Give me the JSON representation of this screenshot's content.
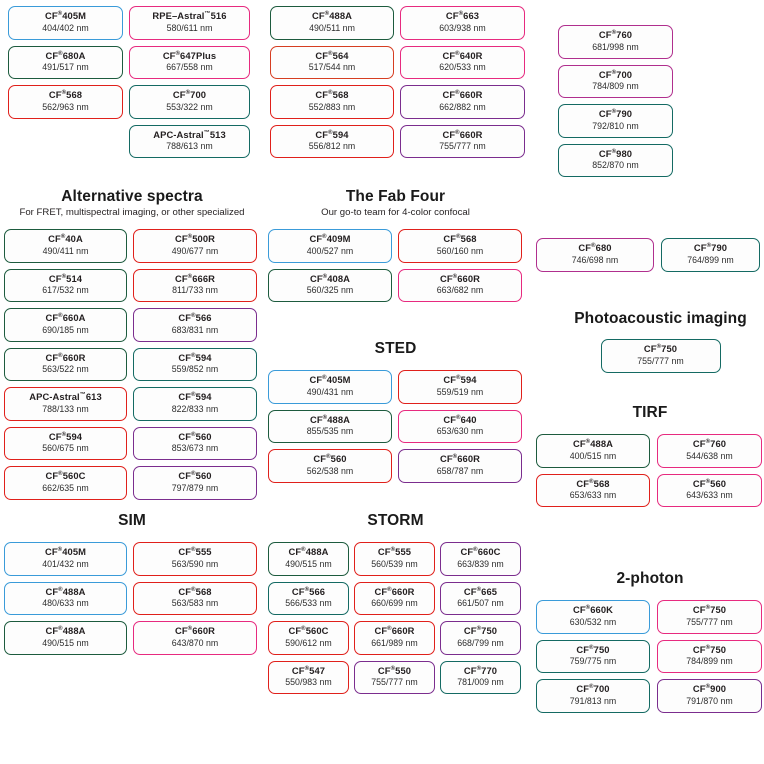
{
  "sections": {
    "top_left": {
      "columns": [
        [
          {
            "name": "CF",
            "sup": "®",
            "num": "405M",
            "wl": "404/402 nm",
            "color": "c-blue"
          },
          {
            "name": "CF",
            "sup": "®",
            "num": "680A",
            "wl": "491/517 nm",
            "color": "c-green"
          },
          {
            "name": "CF",
            "sup": "®",
            "num": "568",
            "wl": "562/963 nm",
            "color": "c-red"
          }
        ],
        [
          {
            "name": "RPE–Astral",
            "sup": "™",
            "num": "516",
            "wl": "580/611 nm",
            "color": "c-pink"
          },
          {
            "name": "CF",
            "sup": "®",
            "num": "647Plus",
            "wl": "667/558 nm",
            "color": "c-pink"
          },
          {
            "name": "CF",
            "sup": "®",
            "num": "700",
            "wl": "553/322 nm",
            "color": "c-teal"
          },
          {
            "name": "APC-Astral",
            "sup": "™",
            "num": "513",
            "wl": "788/613 nm",
            "color": "c-teal"
          }
        ]
      ]
    },
    "top_mid": {
      "columns": [
        [
          {
            "name": "CF",
            "sup": "®",
            "num": "488A",
            "wl": "490/511 nm",
            "color": "c-green"
          },
          {
            "name": "CF",
            "sup": "®",
            "num": "564",
            "wl": "517/544 nm",
            "color": "c-orange"
          },
          {
            "name": "CF",
            "sup": "®",
            "num": "568",
            "wl": "552/883 nm",
            "color": "c-red"
          },
          {
            "name": "CF",
            "sup": "®",
            "num": "594",
            "wl": "556/812 nm",
            "color": "c-red"
          }
        ],
        [
          {
            "name": "CF",
            "sup": "®",
            "num": "663",
            "wl": "603/938 nm",
            "color": "c-pink"
          },
          {
            "name": "CF",
            "sup": "®",
            "num": "640R",
            "wl": "620/533 nm",
            "color": "c-pink"
          },
          {
            "name": "CF",
            "sup": "®",
            "num": "660R",
            "wl": "662/882 nm",
            "color": "c-purple"
          },
          {
            "name": "CF",
            "sup": "®",
            "num": "660R",
            "wl": "755/777 nm",
            "color": "c-purple"
          }
        ]
      ]
    },
    "top_right": {
      "items": [
        {
          "name": "CF",
          "sup": "®",
          "num": "760",
          "wl": "681/998 nm",
          "color": "c-magenta"
        },
        {
          "name": "CF",
          "sup": "®",
          "num": "700",
          "wl": "784/809 nm",
          "color": "c-magenta"
        },
        {
          "name": "CF",
          "sup": "®",
          "num": "790",
          "wl": "792/810 nm",
          "color": "c-teal"
        },
        {
          "name": "CF",
          "sup": "®",
          "num": "980",
          "wl": "852/870 nm",
          "color": "c-teal"
        }
      ]
    },
    "alternative_spectra": {
      "title": "Alternative spectra",
      "subtitle": "For FRET, multispectral imaging, or other specialized",
      "columns": [
        [
          {
            "name": "CF",
            "sup": "®",
            "num": "40A",
            "wl": "490/411 nm",
            "color": "c-green"
          },
          {
            "name": "CF",
            "sup": "®",
            "num": "514",
            "wl": "617/532 nm",
            "color": "c-green"
          },
          {
            "name": "CF",
            "sup": "®",
            "num": "660A",
            "wl": "690/185 nm",
            "color": "c-green"
          },
          {
            "name": "CF",
            "sup": "®",
            "num": "660R",
            "wl": "563/522 nm",
            "color": "c-green"
          },
          {
            "name": "APC-Astral",
            "sup": "™",
            "num": "613",
            "wl": "788/133 nm",
            "color": "c-red"
          },
          {
            "name": "CF",
            "sup": "®",
            "num": "594",
            "wl": "560/675 nm",
            "color": "c-red"
          },
          {
            "name": "CF",
            "sup": "®",
            "num": "560C",
            "wl": "662/635 nm",
            "color": "c-red"
          }
        ],
        [
          {
            "name": "CF",
            "sup": "®",
            "num": "500R",
            "wl": "490/677 nm",
            "color": "c-red"
          },
          {
            "name": "CF",
            "sup": "®",
            "num": "666R",
            "wl": "811/733 nm",
            "color": "c-red"
          },
          {
            "name": "CF",
            "sup": "®",
            "num": "566",
            "wl": "683/831 nm",
            "color": "c-purple"
          },
          {
            "name": "CF",
            "sup": "®",
            "num": "594",
            "wl": "559/852 nm",
            "color": "c-teal"
          },
          {
            "name": "CF",
            "sup": "®",
            "num": "594",
            "wl": "822/833 nm",
            "color": "c-teal"
          },
          {
            "name": "CF",
            "sup": "®",
            "num": "560",
            "wl": "853/673 nm",
            "color": "c-purple"
          },
          {
            "name": "CF",
            "sup": "®",
            "num": "560",
            "wl": "797/879 nm",
            "color": "c-purple"
          }
        ]
      ]
    },
    "fab_four": {
      "title": "The Fab Four",
      "subtitle": "Our go-to team for 4-color confocal",
      "columns": [
        [
          {
            "name": "CF",
            "sup": "®",
            "num": "409M",
            "wl": "400/527 nm",
            "color": "c-blue"
          },
          {
            "name": "CF",
            "sup": "®",
            "num": "408A",
            "wl": "560/325 nm",
            "color": "c-green"
          }
        ],
        [
          {
            "name": "CF",
            "sup": "®",
            "num": "568",
            "wl": "560/160 nm",
            "color": "c-red"
          },
          {
            "name": "CF",
            "sup": "®",
            "num": "660R",
            "wl": "663/682 nm",
            "color": "c-pink"
          }
        ]
      ]
    },
    "sted": {
      "title": "STED",
      "columns": [
        [
          {
            "name": "CF",
            "sup": "®",
            "num": "405M",
            "wl": "490/431 nm",
            "color": "c-blue"
          },
          {
            "name": "CF",
            "sup": "®",
            "num": "488A",
            "wl": "855/535 nm",
            "color": "c-green"
          },
          {
            "name": "CF",
            "sup": "®",
            "num": "560",
            "wl": "562/538 nm",
            "color": "c-red"
          }
        ],
        [
          {
            "name": "CF",
            "sup": "®",
            "num": "594",
            "wl": "559/519 nm",
            "color": "c-red"
          },
          {
            "name": "CF",
            "sup": "®",
            "num": "640",
            "wl": "653/630 nm",
            "color": "c-pink"
          },
          {
            "name": "CF",
            "sup": "®",
            "num": "660R",
            "wl": "658/787 nm",
            "color": "c-purple"
          }
        ]
      ]
    },
    "sim": {
      "title": "SIM",
      "columns": [
        [
          {
            "name": "CF",
            "sup": "®",
            "num": "405M",
            "wl": "401/432 nm",
            "color": "c-blue"
          },
          {
            "name": "CF",
            "sup": "®",
            "num": "488A",
            "wl": "480/633 nm",
            "color": "c-blue"
          },
          {
            "name": "CF",
            "sup": "®",
            "num": "488A",
            "wl": "490/515 nm",
            "color": "c-green"
          }
        ],
        [
          {
            "name": "CF",
            "sup": "®",
            "num": "555",
            "wl": "563/590 nm",
            "color": "c-red"
          },
          {
            "name": "CF",
            "sup": "®",
            "num": "568",
            "wl": "563/583 nm",
            "color": "c-red"
          },
          {
            "name": "CF",
            "sup": "®",
            "num": "660R",
            "wl": "643/870 nm",
            "color": "c-pink"
          }
        ]
      ]
    },
    "storm": {
      "title": "STORM",
      "columns": [
        [
          {
            "name": "CF",
            "sup": "®",
            "num": "488A",
            "wl": "490/515 nm",
            "color": "c-green"
          },
          {
            "name": "CF",
            "sup": "®",
            "num": "566",
            "wl": "566/533 nm",
            "color": "c-teal"
          },
          {
            "name": "CF",
            "sup": "®",
            "num": "560C",
            "wl": "590/612 nm",
            "color": "c-red"
          },
          {
            "name": "CF",
            "sup": "®",
            "num": "547",
            "wl": "550/983 nm",
            "color": "c-red"
          }
        ],
        [
          {
            "name": "CF",
            "sup": "®",
            "num": "555",
            "wl": "560/539 nm",
            "color": "c-red"
          },
          {
            "name": "CF",
            "sup": "®",
            "num": "660R",
            "wl": "660/699 nm",
            "color": "c-red"
          },
          {
            "name": "CF",
            "sup": "®",
            "num": "660R",
            "wl": "661/989 nm",
            "color": "c-red"
          },
          {
            "name": "CF",
            "sup": "®",
            "num": "550",
            "wl": "755/777 nm",
            "color": "c-purple"
          }
        ],
        [
          {
            "name": "CF",
            "sup": "®",
            "num": "660C",
            "wl": "663/839 nm",
            "color": "c-purple"
          },
          {
            "name": "CF",
            "sup": "®",
            "num": "665",
            "wl": "661/507 nm",
            "color": "c-purple"
          },
          {
            "name": "CF",
            "sup": "®",
            "num": "750",
            "wl": "668/799 nm",
            "color": "c-purple"
          },
          {
            "name": "CF",
            "sup": "®",
            "num": "770",
            "wl": "781/009 nm",
            "color": "c-teal"
          }
        ]
      ]
    },
    "right_pair": {
      "items": [
        {
          "name": "CF",
          "sup": "®",
          "num": "680",
          "wl": "746/698 nm",
          "color": "c-magenta"
        },
        {
          "name": "CF",
          "sup": "®",
          "num": "790",
          "wl": "764/899 nm",
          "color": "c-teal"
        }
      ]
    },
    "photoacoustic": {
      "title": "Photoacoustic imaging",
      "items": [
        {
          "name": "CF",
          "sup": "®",
          "num": "750",
          "wl": "755/777 nm",
          "color": "c-teal"
        }
      ]
    },
    "tirf": {
      "title": "TIRF",
      "columns": [
        [
          {
            "name": "CF",
            "sup": "®",
            "num": "488A",
            "wl": "400/515 nm",
            "color": "c-green"
          },
          {
            "name": "CF",
            "sup": "®",
            "num": "568",
            "wl": "653/633 nm",
            "color": "c-red"
          }
        ],
        [
          {
            "name": "CF",
            "sup": "®",
            "num": "760",
            "wl": "544/638 nm",
            "color": "c-pink"
          },
          {
            "name": "CF",
            "sup": "®",
            "num": "560",
            "wl": "643/633 nm",
            "color": "c-pink"
          }
        ]
      ]
    },
    "two_photon": {
      "title": "2-photon",
      "columns": [
        [
          {
            "name": "CF",
            "sup": "®",
            "num": "660K",
            "wl": "630/532 nm",
            "color": "c-blue"
          },
          {
            "name": "CF",
            "sup": "®",
            "num": "750",
            "wl": "759/775 nm",
            "color": "c-teal"
          },
          {
            "name": "CF",
            "sup": "®",
            "num": "700",
            "wl": "791/813 nm",
            "color": "c-teal"
          }
        ],
        [
          {
            "name": "CF",
            "sup": "®",
            "num": "750",
            "wl": "755/777 nm",
            "color": "c-pink"
          },
          {
            "name": "CF",
            "sup": "®",
            "num": "750",
            "wl": "784/899 nm",
            "color": "c-pink"
          },
          {
            "name": "CF",
            "sup": "®",
            "num": "900",
            "wl": "791/870 nm",
            "color": "c-purple"
          }
        ]
      ]
    }
  },
  "palette": {
    "blue": "#3a9bd9",
    "green": "#1d5b3e",
    "red": "#e0201b",
    "pink": "#e72a7f",
    "magenta": "#b02f8e",
    "purple": "#7b2d8e",
    "teal": "#146a63",
    "orange": "#d63e22"
  }
}
